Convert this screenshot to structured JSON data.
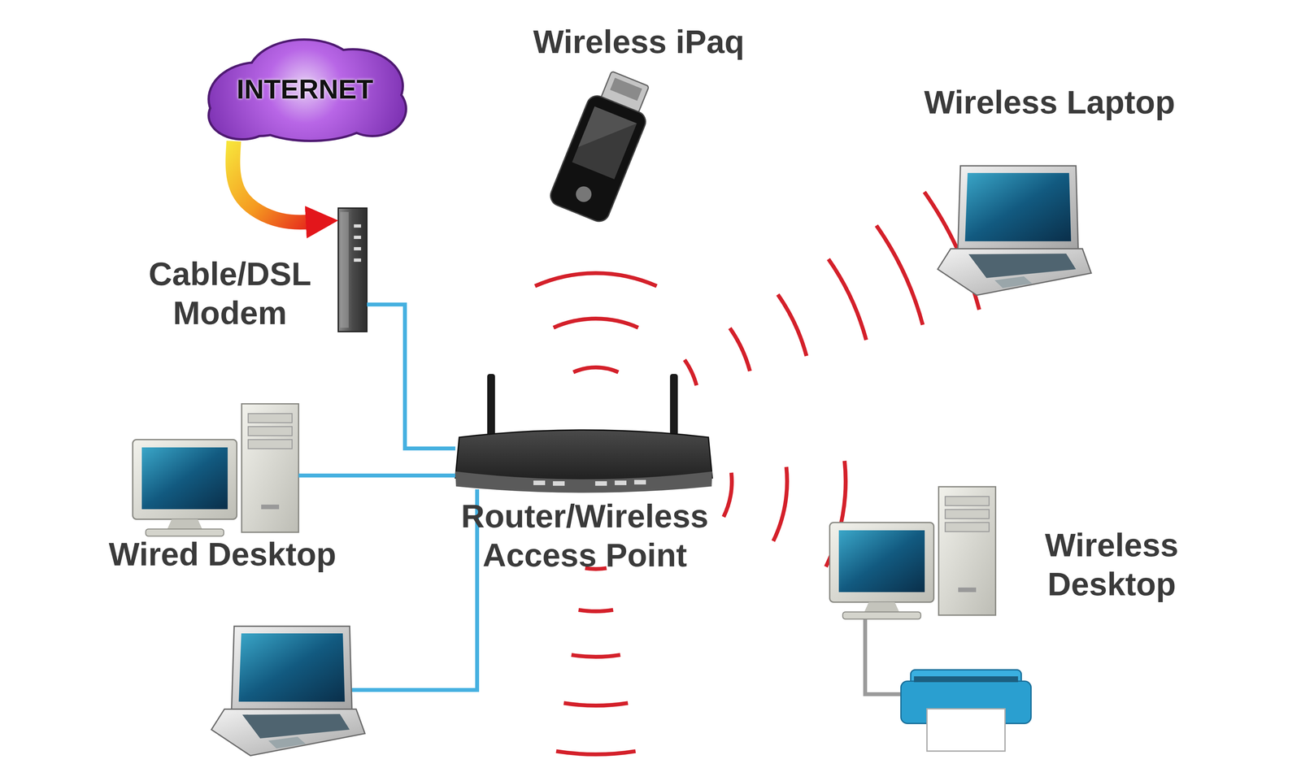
{
  "diagram": {
    "nodes": [
      {
        "text": [
          "INTERNET"
        ]
      },
      {
        "text": [
          "Wireless iPaq"
        ]
      },
      {
        "text": [
          "Wireless Laptop"
        ]
      },
      {
        "text": [
          "Cable/DSL Modem"
        ]
      },
      {
        "text": [
          "Router/Wireless Access Point"
        ]
      },
      {
        "text": [
          "Wired Desktop"
        ]
      },
      {
        "text": [
          "Wireless Desktop"
        ]
      }
    ],
    "edges": [
      {
        "from": 0,
        "to": 3,
        "arrow": "to"
      },
      {
        "from": 3,
        "to": 4,
        "arrow": "none"
      },
      {
        "from": 5,
        "to": 4,
        "arrow": "none"
      }
    ]
  }
}
